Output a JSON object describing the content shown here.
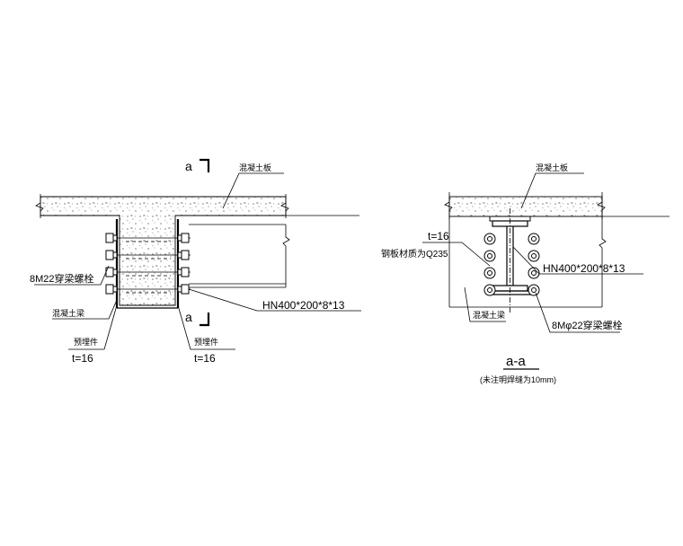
{
  "left_detail": {
    "section_mark_top": "a",
    "section_mark_bottom": "a",
    "slab_label": "混凝土板",
    "bolt_label": "8M22穿梁螺栓",
    "beam_label": "混凝土梁",
    "embed_left_label": "预埋件",
    "embed_left_thk": "t=16",
    "embed_right_label": "预埋件",
    "embed_right_thk": "t=16",
    "steel_beam_label": "HN400*200*8*13"
  },
  "right_detail": {
    "slab_label": "混凝土板",
    "plate_thk": "t=16",
    "plate_material": "钢板材质为Q235",
    "steel_beam_label": "HN400*200*8*13",
    "beam_label": "混凝土梁",
    "bolt_label": "8Mφ22穿梁螺栓",
    "section_title": "a-a",
    "note": "(未注明焊缝为10mm)"
  }
}
